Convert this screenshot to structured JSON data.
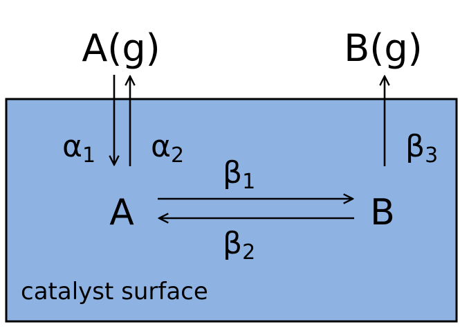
{
  "colors": {
    "surface_fill": "#8EB3E3",
    "surface_border": "#000000",
    "text": "#000000",
    "arrow": "#000000"
  },
  "gas": {
    "a": "A(g)",
    "b": "B(g)"
  },
  "surface": {
    "species_a": "A",
    "species_b": "B",
    "label": "catalyst surface"
  },
  "rates": {
    "alpha1": {
      "symbol": "α",
      "sub": "1"
    },
    "alpha2": {
      "symbol": "α",
      "sub": "2"
    },
    "beta1": {
      "symbol": "β",
      "sub": "1"
    },
    "beta2": {
      "symbol": "β",
      "sub": "2"
    },
    "beta3": {
      "symbol": "β",
      "sub": "3"
    }
  }
}
